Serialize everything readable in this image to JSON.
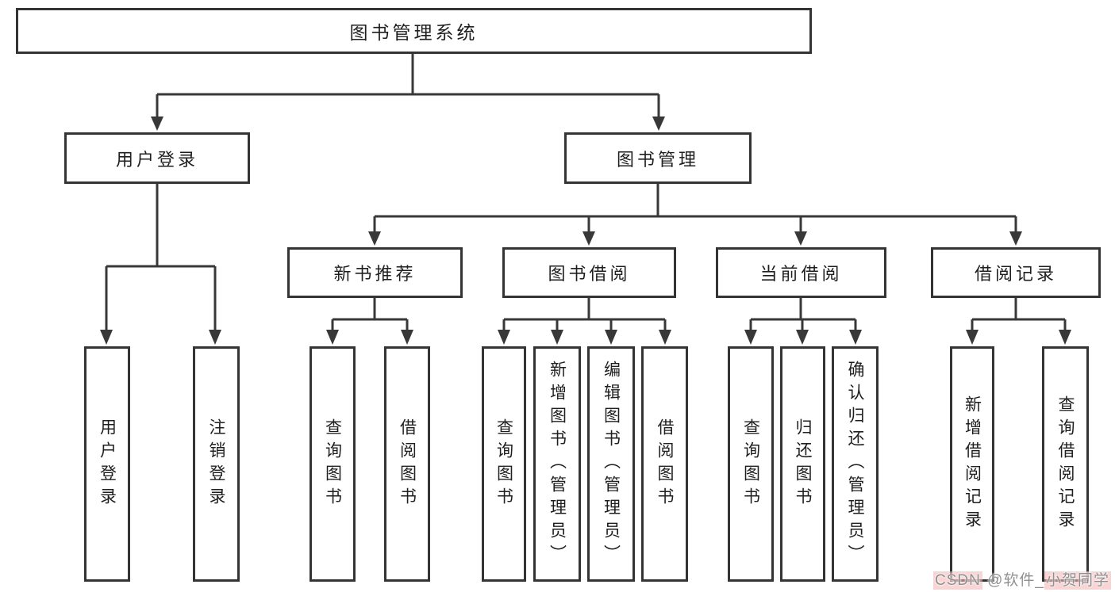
{
  "tree": {
    "root": "图书管理系统",
    "branches": [
      {
        "label": "用户登录",
        "children": [
          {
            "label": "用户登录"
          },
          {
            "label": "注销登录"
          }
        ]
      },
      {
        "label": "图书管理",
        "children": [
          {
            "label": "新书推荐",
            "children": [
              {
                "label": "查询图书"
              },
              {
                "label": "借阅图书"
              }
            ]
          },
          {
            "label": "图书借阅",
            "children": [
              {
                "label": "查询图书"
              },
              {
                "label": "新增图书（管理员）"
              },
              {
                "label": "编辑图书（管理员）"
              },
              {
                "label": "借阅图书"
              }
            ]
          },
          {
            "label": "当前借阅",
            "children": [
              {
                "label": "查询图书"
              },
              {
                "label": "归还图书"
              },
              {
                "label": "确认归还（管理员）"
              }
            ]
          },
          {
            "label": "借阅记录",
            "children": [
              {
                "label": "新增借阅记录"
              },
              {
                "label": "查询借阅记录"
              }
            ]
          }
        ]
      }
    ]
  },
  "colors": {
    "line": "#383838",
    "box_border": "#343434",
    "text": "#1f1f1f",
    "watermark_text": "#8f8f8f",
    "watermark_highlight": "#f4b0b0"
  },
  "watermark": {
    "brand": "CSDN",
    "middle": " @软件_",
    "name": "小贺同学"
  }
}
